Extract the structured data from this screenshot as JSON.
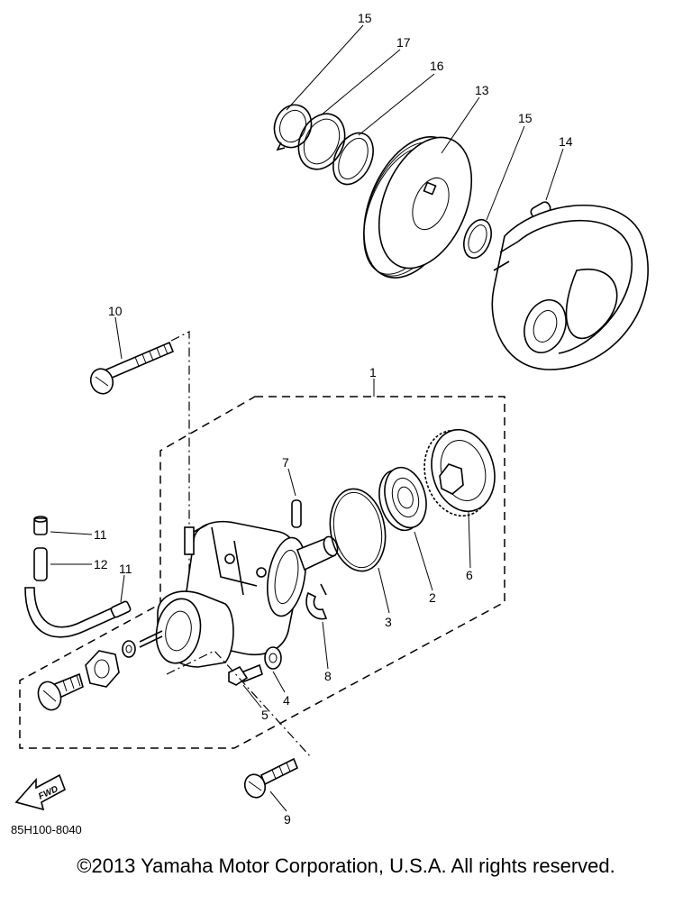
{
  "callouts": {
    "c1": "1",
    "c2": "2",
    "c3": "3",
    "c4": "4",
    "c5": "5",
    "c6": "6",
    "c7": "7",
    "c8": "8",
    "c9": "9",
    "c10": "10",
    "c11a": "11",
    "c11b": "11",
    "c12": "12",
    "c13": "13",
    "c14": "14",
    "c15a": "15",
    "c15b": "15",
    "c16": "16",
    "c17": "17"
  },
  "fwd_label": "FWD",
  "diagram_code": "85H100-8040",
  "copyright": "©2013 Yamaha Motor Corporation, U.S.A. All rights reserved."
}
